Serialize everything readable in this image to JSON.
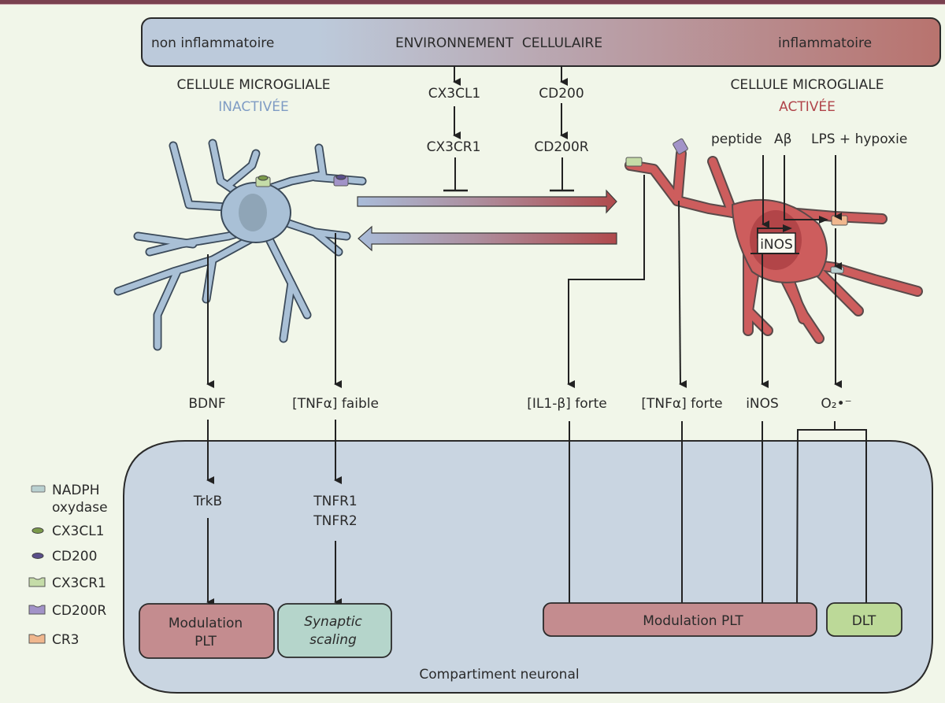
{
  "environment_bar": {
    "left_label": "non inflammatoire",
    "center_label_1": "ENVIRONNEMENT",
    "center_label_2": "CELLULAIRE",
    "right_label": "inflammatoire",
    "colors": {
      "left": "#bccadb",
      "right": "#b8736e"
    }
  },
  "inactive_cell": {
    "title": "CELLULE MICROGLIALE",
    "state": "INACTIVÉE",
    "state_color": "#7f9cc4",
    "outputs": [
      "BDNF",
      "[TNFα] faible"
    ]
  },
  "active_cell": {
    "title": "CELLULE MICROGLIALE",
    "state": "ACTIVÉE",
    "state_color": "#b0444a",
    "inputs": {
      "peptide": "peptide",
      "abeta": "Aβ",
      "lps": "LPS + hypoxie"
    },
    "inos_box": "iNOS",
    "outputs": [
      "[IL1-β] forte",
      "[TNFα] forte",
      "iNOS",
      "O₂•⁻"
    ]
  },
  "signals": {
    "ligand_1": "CX3CL1",
    "ligand_2": "CD200",
    "receptor_1": "CX3CR1",
    "receptor_2": "CD200R"
  },
  "neuronal_compartment": {
    "label": "Compartiment neuronal",
    "receptors": {
      "trkb": "TrkB",
      "tnfr": [
        "TNFR1",
        "TNFR2"
      ]
    },
    "boxes": {
      "modulation_left": [
        "Modulation",
        "PLT"
      ],
      "synaptic": [
        "Synaptic",
        "scaling"
      ],
      "modulation_right": "Modulation PLT",
      "dlt": "DLT"
    },
    "colors": {
      "modulation": "#c48c8f",
      "synaptic": "#b5d5cb",
      "dlt": "#bcd998",
      "compartment": "#c9d5e1"
    }
  },
  "legend": {
    "items": [
      {
        "label": "NADPH",
        "label2": "oxydase",
        "icon": "nadph-oxidase-icon",
        "color": "#b9d0d0"
      },
      {
        "label": "CX3CL1",
        "icon": "cx3cl1-ligand-icon",
        "color": "#7b9a4a"
      },
      {
        "label": "CD200",
        "icon": "cd200-ligand-icon",
        "color": "#5a4f8a"
      },
      {
        "label": "CX3CR1",
        "icon": "cx3cr1-receptor-icon",
        "color": "#c5dca8"
      },
      {
        "label": "CD200R",
        "icon": "cd200r-receptor-icon",
        "color": "#a293c8"
      },
      {
        "label": "CR3",
        "icon": "cr3-receptor-icon",
        "color": "#f0b78e"
      }
    ]
  }
}
